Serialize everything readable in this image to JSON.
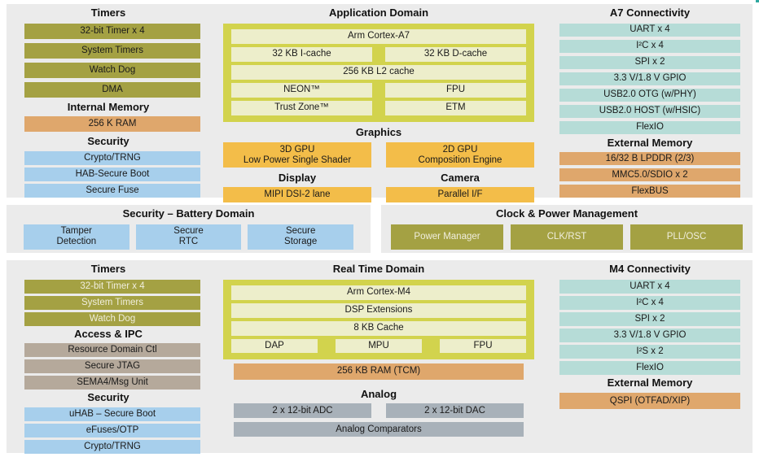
{
  "colors": {
    "panel_bg": "#ebebeb",
    "olive": "#a4a143",
    "tan_orange": "#dfa76c",
    "light_blue": "#a7cfec",
    "teal": "#b6dcd7",
    "amber": "#f3bd49",
    "taupe": "#b5a99b",
    "gray": "#a8b1b9",
    "chartreuse": "#d2d34d",
    "pale_yellow": "#edeecb"
  },
  "top": {
    "timers": {
      "title": "Timers",
      "items": [
        "32-bit Timer x 4",
        "System Timers",
        "Watch Dog",
        "DMA"
      ]
    },
    "internal_memory": {
      "title": "Internal Memory",
      "items": [
        "256 K RAM"
      ]
    },
    "security": {
      "title": "Security",
      "items": [
        "Crypto/TRNG",
        "HAB-Secure Boot",
        "Secure Fuse"
      ]
    },
    "app_domain": {
      "title": "Application Domain",
      "cpu": "Arm Cortex-A7",
      "icache": "32 KB I-cache",
      "dcache": "32 KB D-cache",
      "l2": "256 KB L2 cache",
      "neon": "NEON™",
      "fpu": "FPU",
      "trustzone": "Trust Zone™",
      "etm": "ETM"
    },
    "graphics": {
      "title": "Graphics",
      "gpu3d": "3D GPU\nLow Power Single Shader",
      "gpu2d": "2D GPU\nComposition Engine"
    },
    "display": {
      "title": "Display",
      "block": "MIPI DSI-2 lane"
    },
    "camera": {
      "title": "Camera",
      "block": "Parallel I/F"
    },
    "a7_conn": {
      "title": "A7 Connectivity",
      "items": [
        "UART x 4",
        "I²C x 4",
        "SPI x 2",
        "3.3 V/1.8 V GPIO",
        "USB2.0 OTG (w/PHY)",
        "USB2.0 HOST (w/HSIC)",
        "FlexIO"
      ]
    },
    "ext_mem": {
      "title": "External Memory",
      "items": [
        "16/32 B LPDDR (2/3)",
        "MMC5.0/SDIO x 2",
        "FlexBUS"
      ]
    }
  },
  "mid": {
    "battery": {
      "title": "Security – Battery Domain",
      "items": [
        "Tamper\nDetection",
        "Secure\nRTC",
        "Secure\nStorage"
      ]
    },
    "clock": {
      "title": "Clock & Power Management",
      "items": [
        "Power Manager",
        "CLK/RST",
        "PLL/OSC"
      ]
    }
  },
  "bottom": {
    "timers": {
      "title": "Timers",
      "items": [
        "32-bit Timer x 4",
        "System Timers",
        "Watch Dog"
      ]
    },
    "access_ipc": {
      "title": "Access & IPC",
      "items": [
        "Resource Domain Ctl",
        "Secure JTAG",
        "SEMA4/Msg Unit"
      ]
    },
    "security": {
      "title": "Security",
      "items": [
        "uHAB – Secure Boot",
        "eFuses/OTP",
        "Crypto/TRNG"
      ]
    },
    "rt_domain": {
      "title": "Real Time Domain",
      "cpu": "Arm Cortex-M4",
      "dsp": "DSP Extensions",
      "cache": "8 KB Cache",
      "dap": "DAP",
      "mpu": "MPU",
      "fpu": "FPU"
    },
    "ram": "256 KB RAM (TCM)",
    "analog": {
      "title": "Analog",
      "adc": "2 x 12-bit ADC",
      "dac": "2 x 12-bit DAC",
      "comparators": "Analog Comparators"
    },
    "m4_conn": {
      "title": "M4 Connectivity",
      "items": [
        "UART x 4",
        "I²C x 4",
        "SPI x 2",
        "3.3 V/1.8 V GPIO",
        "I²S x 2",
        "FlexIO"
      ]
    },
    "ext_mem": {
      "title": "External Memory",
      "items": [
        "QSPI (OTFAD/XIP)"
      ]
    }
  }
}
